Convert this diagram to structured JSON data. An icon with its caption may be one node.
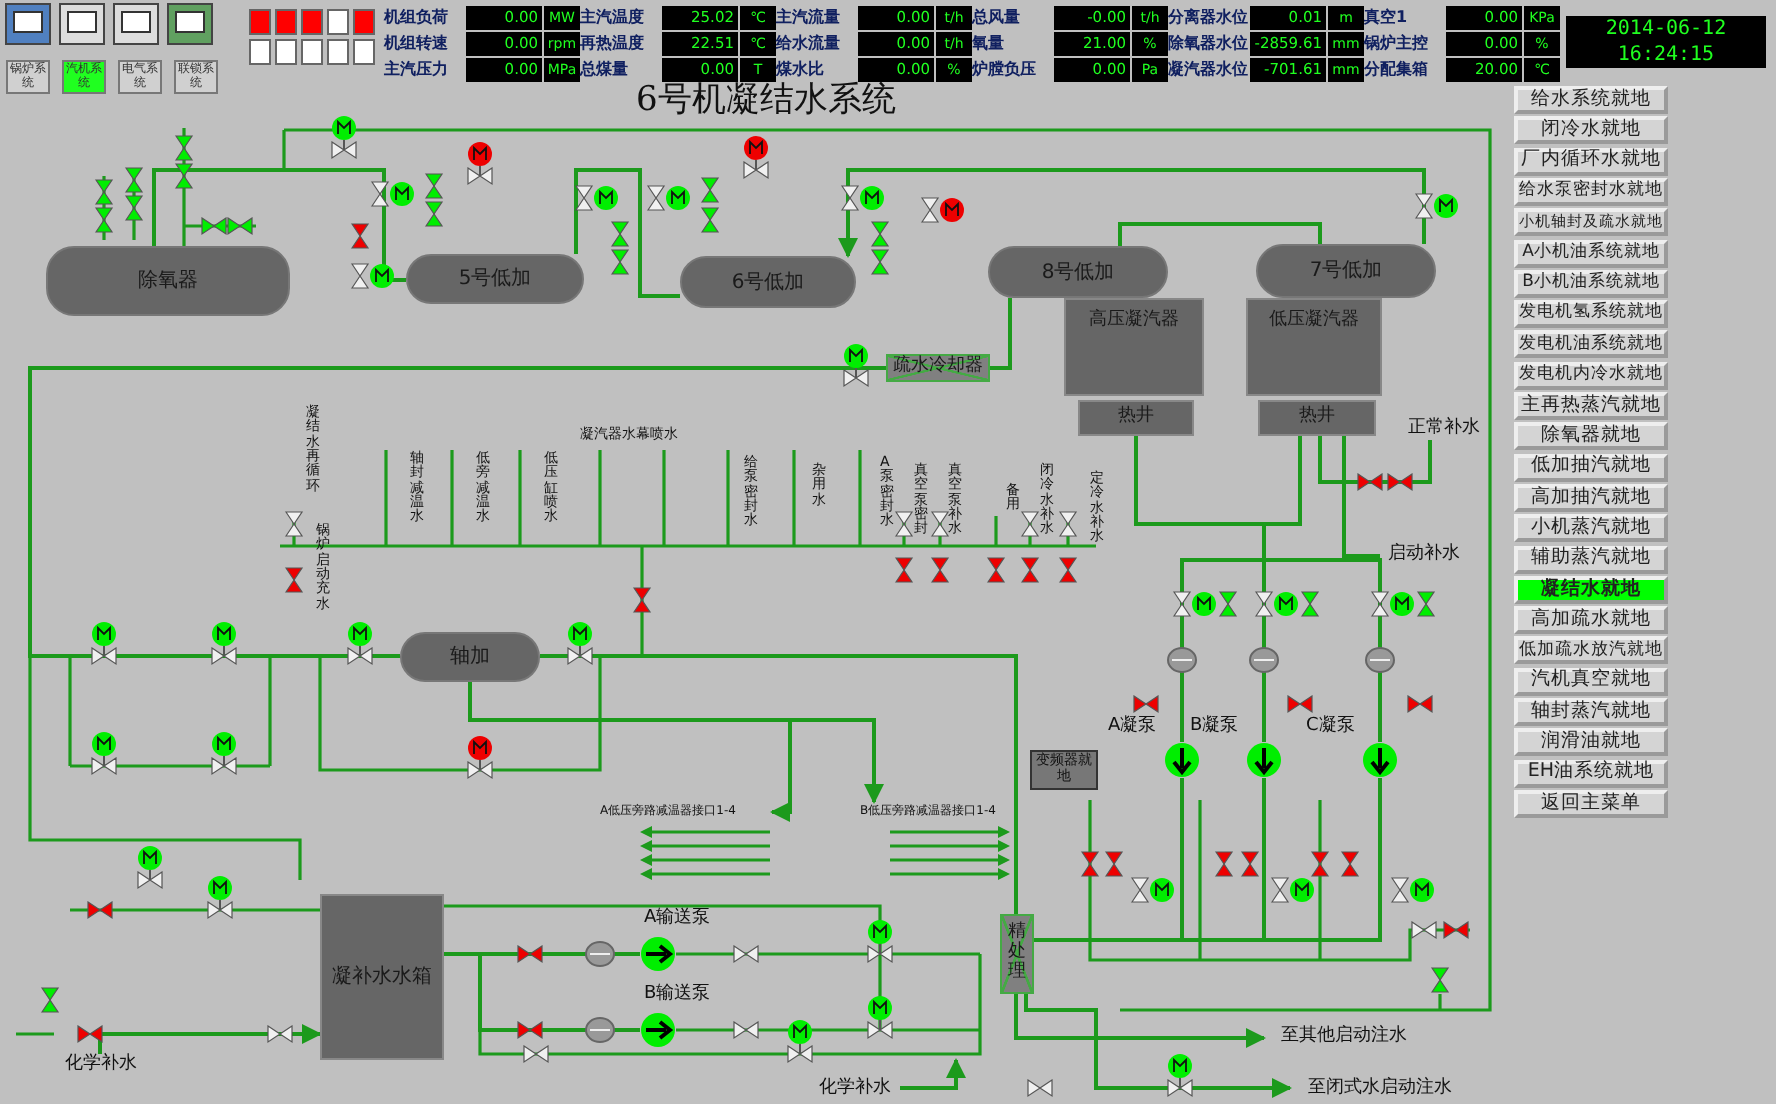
{
  "diagram": {
    "title": "6号机凝结水系统",
    "nodes": [
      {
        "text": [
          "锅炉系统"
        ]
      },
      {
        "text": [
          "汽机系统"
        ]
      },
      {
        "text": [
          "电气系统"
        ]
      },
      {
        "text": [
          "联锁系统"
        ]
      },
      {
        "text": [
          "除氧器"
        ]
      },
      {
        "text": [
          "5号低加"
        ]
      },
      {
        "text": [
          "6号低加"
        ]
      },
      {
        "text": [
          "疏水冷却器"
        ]
      },
      {
        "text": [
          "高压凝汽器"
        ]
      },
      {
        "text": [
          "8号低加"
        ]
      },
      {
        "text": [
          "低压凝汽器"
        ]
      },
      {
        "text": [
          "7号低加"
        ]
      },
      {
        "text": [
          "热井"
        ]
      },
      {
        "text": [
          "热井"
        ]
      },
      {
        "text": [
          "正常补水"
        ]
      },
      {
        "text": [
          "启动补水"
        ]
      },
      {
        "text": [
          "轴加"
        ]
      },
      {
        "text": [],
        "shape": "circle",
        "beside": [
          "A凝泵"
        ]
      },
      {
        "text": [],
        "shape": "circle",
        "beside": [
          "B凝泵"
        ]
      },
      {
        "text": [],
        "shape": "circle",
        "beside": [
          "C凝泵"
        ]
      },
      {
        "text": [
          "变频器就地"
        ]
      },
      {
        "text": [
          "A低压旁路减温器接口1-4"
        ]
      },
      {
        "text": [
          "B低压旁路减温器接口1-4"
        ]
      },
      {
        "text": [
          "凝补水水箱"
        ]
      },
      {
        "text": [],
        "shape": "circle",
        "beside": [
          "A输送泵"
        ]
      },
      {
        "text": [],
        "shape": "circle",
        "beside": [
          "B输送泵"
        ]
      },
      {
        "text": [
          "精处理"
        ]
      },
      {
        "text": [
          "化学补水"
        ]
      },
      {
        "text": [
          "至其他启动注水"
        ]
      },
      {
        "text": [
          "化学补水"
        ]
      },
      {
        "text": [
          "至闭式水启动注水"
        ]
      },
      {
        "text": [
          "给水系统就地"
        ]
      },
      {
        "text": [
          "闭冷水就地"
        ]
      },
      {
        "text": [
          "厂内循环水就地"
        ]
      },
      {
        "text": [
          "给水泵密封水就地"
        ]
      },
      {
        "text": [
          "小机轴封及疏水就地"
        ]
      },
      {
        "text": [
          "A小机油系统就地"
        ]
      },
      {
        "text": [
          "B小机油系统就地"
        ]
      },
      {
        "text": [
          "发电机氢系统就地"
        ]
      },
      {
        "text": [
          "发电机油系统就地"
        ]
      },
      {
        "text": [
          "发电机内冷水就地"
        ]
      },
      {
        "text": [
          "主再热蒸汽就地"
        ]
      },
      {
        "text": [
          "除氧器就地"
        ]
      },
      {
        "text": [
          "低加抽汽就地"
        ]
      },
      {
        "text": [
          "高加抽汽就地"
        ]
      },
      {
        "text": [
          "小机蒸汽就地"
        ]
      },
      {
        "text": [
          "辅助蒸汽就地"
        ]
      },
      {
        "text": [
          "凝结水就地"
        ]
      },
      {
        "text": [
          "高加疏水就地"
        ]
      },
      {
        "text": [
          "低加疏水放汽就地"
        ]
      },
      {
        "text": [
          "汽机真空就地"
        ]
      },
      {
        "text": [
          "轴封蒸汽就地"
        ]
      },
      {
        "text": [
          "润滑油就地"
        ]
      },
      {
        "text": [
          "EH油系统就地"
        ]
      },
      {
        "text": [
          "返回主菜单"
        ]
      }
    ],
    "edges": [
      {
        "from": 12,
        "to": 17,
        "arrow": "none"
      },
      {
        "from": 12,
        "to": 18,
        "arrow": "none"
      },
      {
        "from": 12,
        "to": 19,
        "arrow": "none"
      },
      {
        "from": 13,
        "to": 17,
        "arrow": "none"
      },
      {
        "from": 13,
        "to": 18,
        "arrow": "none"
      },
      {
        "from": 13,
        "to": 19,
        "arrow": "none"
      },
      {
        "from": 17,
        "to": 26,
        "arrow": "none"
      },
      {
        "from": 18,
        "to": 26,
        "arrow": "none"
      },
      {
        "from": 19,
        "to": 26,
        "arrow": "none"
      },
      {
        "from": 26,
        "to": 16,
        "arrow": "none"
      },
      {
        "from": 16,
        "to": 7,
        "arrow": "none"
      },
      {
        "from": 7,
        "to": 9,
        "arrow": "none"
      },
      {
        "from": 9,
        "to": 11,
        "arrow": "none"
      },
      {
        "from": 11,
        "to": 6,
        "arrow": "to"
      },
      {
        "from": 6,
        "to": 5,
        "arrow": "none"
      },
      {
        "from": 5,
        "to": 4,
        "arrow": "none"
      },
      {
        "from": 23,
        "to": 24,
        "arrow": "none"
      },
      {
        "from": 23,
        "to": 25,
        "arrow": "none"
      },
      {
        "from": 27,
        "to": 23,
        "arrow": "to"
      },
      {
        "from": 26,
        "to": 28,
        "arrow": "to"
      },
      {
        "from": 26,
        "to": 30,
        "arrow": "to"
      },
      {
        "from": 29,
        "to": null,
        "arrow": "to"
      },
      {
        "from": 16,
        "to": 21,
        "arrow": "to"
      },
      {
        "from": 16,
        "to": 22,
        "arrow": "to"
      },
      {
        "from": 14,
        "to": 13,
        "arrow": "none"
      },
      {
        "from": 15,
        "to": 13,
        "arrow": "none"
      }
    ],
    "labels": [
      "机组负荷",
      "0.00",
      "MW",
      "主汽温度",
      "25.02",
      "℃",
      "主汽流量",
      "0.00",
      "t/h",
      "总风量",
      "-0.00",
      "t/h",
      "分离器水位",
      "0.01",
      "m",
      "真空1",
      "0.00",
      "KPa",
      "2014-06-12",
      "机组转速",
      "0.00",
      "rpm",
      "再热温度",
      "22.51",
      "℃",
      "给水流量",
      "0.00",
      "t/h",
      "氧量",
      "21.00",
      "%",
      "除氧器水位",
      "-2859.61",
      "mm",
      "锅炉主控",
      "0.00",
      "%",
      "16:24:15",
      "主汽压力",
      "0.00",
      "MPa",
      "总煤量",
      "0.00",
      "T",
      "煤水比",
      "0.00",
      "%",
      "炉膛负压",
      "0.00",
      "Pa",
      "凝汽器水位",
      "-701.61",
      "mm",
      "分配集箱",
      "20.00",
      "℃",
      "凝结水再循环",
      "锅炉启动充水",
      "轴封减温水",
      "低旁减温水",
      "低压缸喷水",
      "凝汽器水幕喷水",
      "给泵密封水",
      "杂用水",
      "A泵密封水",
      "真空泵密封",
      "真空泵补水",
      "备用",
      "闭冷水补水",
      "定冷水补水"
    ]
  }
}
